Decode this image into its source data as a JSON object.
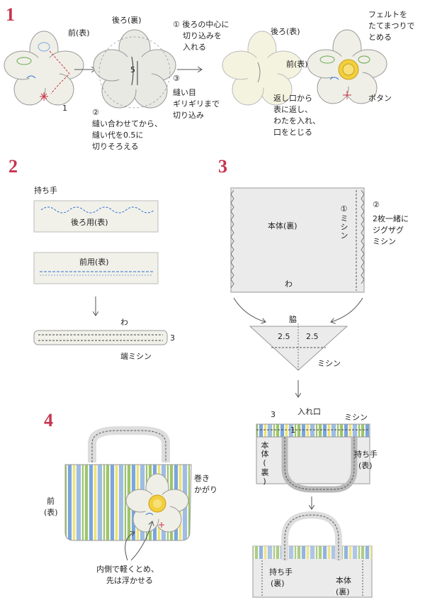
{
  "colors": {
    "step_number": "#c8344f",
    "fabric": "#efefe7",
    "fabric_edge": "#9a9a9a",
    "stitch_blue": "#2f6fd0",
    "stitch_red": "#cc3344",
    "button_yellow": "#f2cf3c",
    "stripe_green": "#9cc56b",
    "stripe_blue": "#7aa6dd",
    "stripe_yellow": "#efe46f"
  },
  "steps": {
    "s1": "1",
    "s2": "2",
    "s3": "3",
    "s4": "4"
  },
  "step1": {
    "front_label": "前(表)",
    "back_wrong_label": "後ろ(裏)",
    "num1": "1",
    "note_circ1_line1": "① 後ろの中心に",
    "note_circ1_line2": "切り込みを",
    "note_circ1_line3": "入れる",
    "dim_5": "5",
    "note_circ2_line1": "②",
    "note_circ2_line2": "縫い合わせてから、",
    "note_circ2_line3": "縫い代を0.5に",
    "note_circ2_line4": "切りそろえる",
    "note_circ3_line1": "③",
    "note_circ3_line2": "縫い目",
    "note_circ3_line3": "ギリギリまで",
    "note_circ3_line4": "切り込み",
    "back_front_label": "後ろ(表)",
    "front_label2": "前(表)",
    "turn_line1": "返し口から",
    "turn_line2": "表に返し、",
    "turn_line3": "わたを入れ、",
    "turn_line4": "口をとじる",
    "felt_line1": "フェルトを",
    "felt_line2": "たてまつりで",
    "felt_line3": "とめる",
    "button_label": "ボタン"
  },
  "step2": {
    "handle_label": "持ち手",
    "back_strip_label": "後ろ用(表)",
    "front_strip_label": "前用(表)",
    "fold_label": "わ",
    "num3": "3",
    "edge_stitch_label": "端ミシン"
  },
  "step3": {
    "body_label": "本体(裏)",
    "seam1_label": "①ミシン",
    "note2_line1": "②",
    "note2_line2": "2枚一緒に",
    "note2_line3": "ジグザグ",
    "note2_line4": "ミシン",
    "fold_label": "わ",
    "side_label": "脇",
    "dim_left": "2.5",
    "dim_right": "2.5",
    "gusset_stitch_label": "ミシン",
    "num3": "3",
    "opening_label": "入れ口",
    "stitch_label": "ミシン",
    "num1": "1",
    "body_wrong_v": "本体(裏)",
    "handle_right_line1": "持ち手",
    "handle_right_line2": "(表)",
    "handle_wrong_line1": "持ち手",
    "handle_wrong_line2": "(裏)",
    "body_wrong2_line1": "本体",
    "body_wrong2_line2": "(裏)"
  },
  "step4": {
    "front_line1": "前",
    "front_line2": "(表)",
    "whip_line1": "巻き",
    "whip_line2": "かがり",
    "tack_line1": "内側で軽くとめ、",
    "tack_line2": "先は浮かせる"
  }
}
